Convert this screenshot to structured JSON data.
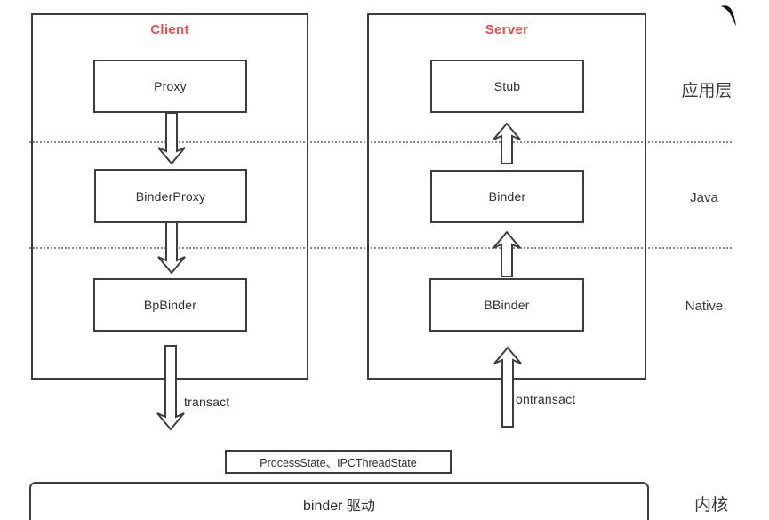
{
  "diagram": {
    "client": {
      "title": "Client",
      "nodes": [
        "Proxy",
        "BinderProxy",
        "BpBinder"
      ]
    },
    "server": {
      "title": "Server",
      "nodes": [
        "Stub",
        "Binder",
        "BBinder"
      ]
    },
    "layer_labels": {
      "app": "应用层",
      "java": "Java",
      "native": "Native",
      "kernel": "内核"
    },
    "arrow_labels": {
      "transact": "transact",
      "ontransact": "ontransact"
    },
    "footer": {
      "process_state_box": "ProcessState、IPCThreadState",
      "driver_box": "binder 驱动"
    },
    "colors": {
      "accent_red": "#f14c48",
      "line_dark": "#3d3d3d",
      "dotted_gray": "#8b8b8b",
      "background": "#ffffff"
    }
  }
}
